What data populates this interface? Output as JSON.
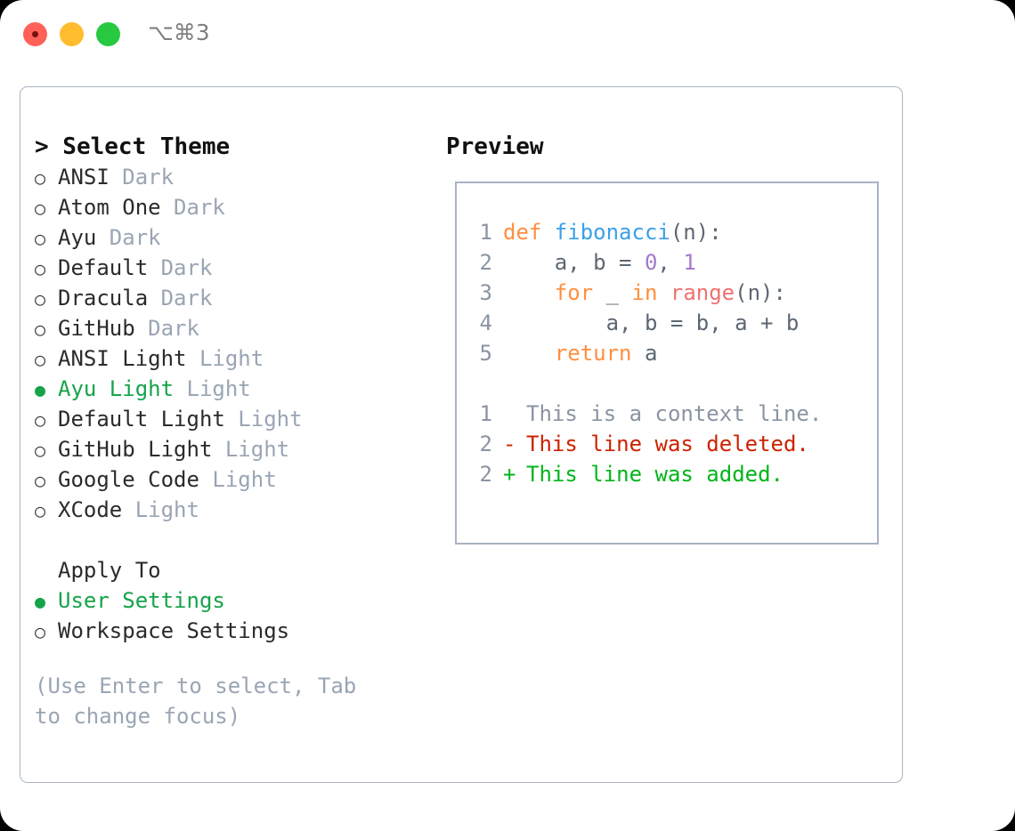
{
  "window": {
    "shortcut": "⌥⌘3",
    "traffic_lights": [
      "close",
      "minimize",
      "zoom"
    ]
  },
  "theme_picker": {
    "heading": "> Select Theme",
    "marker_unselected": "○",
    "marker_selected": "●",
    "items": [
      {
        "name": "ANSI",
        "variant": " Dark",
        "selected": false
      },
      {
        "name": "Atom One",
        "variant": " Dark",
        "selected": false
      },
      {
        "name": "Ayu",
        "variant": " Dark",
        "selected": false
      },
      {
        "name": "Default",
        "variant": " Dark",
        "selected": false
      },
      {
        "name": "Dracula",
        "variant": " Dark",
        "selected": false
      },
      {
        "name": "GitHub",
        "variant": " Dark",
        "selected": false
      },
      {
        "name": "ANSI Light",
        "variant": " Light",
        "selected": false
      },
      {
        "name": "Ayu Light",
        "variant": " Light",
        "selected": true
      },
      {
        "name": "Default Light",
        "variant": " Light",
        "selected": false
      },
      {
        "name": "GitHub Light",
        "variant": " Light",
        "selected": false
      },
      {
        "name": "Google Code",
        "variant": " Light",
        "selected": false
      },
      {
        "name": "XCode",
        "variant": " Light",
        "selected": false
      }
    ]
  },
  "apply_to": {
    "label": "Apply To",
    "items": [
      {
        "name": "User Settings",
        "selected": true
      },
      {
        "name": "Workspace Settings",
        "selected": false
      }
    ]
  },
  "hint": "(Use Enter to select, Tab to change focus)",
  "preview": {
    "heading": "Preview",
    "code_lines": [
      {
        "num": "1",
        "tokens": [
          {
            "t": "def ",
            "c": "kw"
          },
          {
            "t": "fibonacci",
            "c": "fn"
          },
          {
            "t": "(n):",
            "c": "pun"
          }
        ]
      },
      {
        "num": "2",
        "tokens": [
          {
            "t": "    a, b = ",
            "c": "txt"
          },
          {
            "t": "0",
            "c": "num"
          },
          {
            "t": ", ",
            "c": "pun"
          },
          {
            "t": "1",
            "c": "num"
          }
        ]
      },
      {
        "num": "3",
        "tokens": [
          {
            "t": "    ",
            "c": "txt"
          },
          {
            "t": "for",
            "c": "kw"
          },
          {
            "t": " _ ",
            "c": "txt"
          },
          {
            "t": "in",
            "c": "kw"
          },
          {
            "t": " ",
            "c": "txt"
          },
          {
            "t": "range",
            "c": "call"
          },
          {
            "t": "(n):",
            "c": "pun"
          }
        ]
      },
      {
        "num": "4",
        "tokens": [
          {
            "t": "        a, b = b, a + b",
            "c": "txt"
          }
        ]
      },
      {
        "num": "5",
        "tokens": [
          {
            "t": "    ",
            "c": "txt"
          },
          {
            "t": "return",
            "c": "kw"
          },
          {
            "t": " a",
            "c": "txt"
          }
        ]
      }
    ],
    "diff_lines": [
      {
        "num": "1",
        "mark": " ",
        "text": "This is a context line.",
        "kind": "ctx"
      },
      {
        "num": "2",
        "mark": "-",
        "text": "This line was deleted.",
        "kind": "del"
      },
      {
        "num": "2",
        "mark": "+",
        "text": "This line was added.",
        "kind": "add"
      }
    ]
  },
  "colors": {
    "accent_green": "#16a34a",
    "muted_gray": "#9aa5b4",
    "border": "#a8b3c2",
    "keyword": "#ff8f40",
    "function": "#3aa0e8",
    "number": "#a37acc",
    "call": "#f07171",
    "diff_delete": "#cc2200",
    "diff_add": "#00b51a"
  }
}
